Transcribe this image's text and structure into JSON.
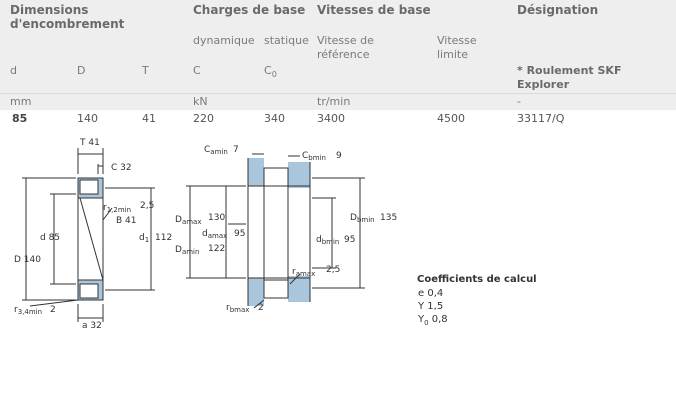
{
  "header": {
    "dimensions": [
      "Dimensions",
      "d'encombrement"
    ],
    "charges": "Charges de base",
    "vitesses": "Vitesses de base",
    "designation": "Désignation",
    "sub_dynamique": "dynamique",
    "sub_statique": "statique",
    "sub_vitesse_ref": [
      "Vitesse de",
      "référence"
    ],
    "sub_vitesse_lim": [
      "Vitesse",
      "limite"
    ],
    "col_d": "d",
    "col_D": "D",
    "col_T": "T",
    "col_C": "C",
    "col_C0": "C",
    "col_C0_sub": "0",
    "col_skf": [
      "* Roulement SKF",
      "Explorer"
    ]
  },
  "units": {
    "mm": "mm",
    "kN": "kN",
    "speed": "tr/min",
    "dash": "-"
  },
  "row": {
    "d": "85",
    "D": "140",
    "T": "41",
    "C": "220",
    "C0": "340",
    "vref": "3400",
    "vlim": "4500",
    "designation": "33117/Q"
  },
  "coefficients": {
    "title": "Coefficients de calcul",
    "e": "e 0,4",
    "Y": "Y 1,5",
    "Y0": "Y",
    "Y0_sub": "0",
    "Y0_val": "0,8"
  },
  "drawing1": {
    "T": "T 41",
    "C": "C 32",
    "r12min": "r",
    "r12min_sub": "1,2min",
    "r12_val": "2,5",
    "B": "B 41",
    "d": "d 85",
    "d1": "d",
    "d1_sub": "1",
    "d1_val": "112",
    "D": "D 140",
    "r34min": "r",
    "r34min_sub": "3,4min",
    "r34_val": "2",
    "a": "a 32"
  },
  "drawing2": {
    "Camin": "C",
    "Camin_sub": "amin",
    "Camin_val": "7",
    "Cbmin": "C",
    "Cbmin_sub": "bmin",
    "Cbmin_val": "9",
    "Damax": "D",
    "Damax_sub": "amax",
    "Damax_val": "130",
    "damax": "d",
    "damax_sub": "amax",
    "damax_val": "95",
    "Damin": "D",
    "Damin_sub": "amin",
    "Damin_val": "122",
    "Dbmin": "D",
    "Dbmin_sub": "bmin",
    "Dbmin_val": "135",
    "dbmin": "d",
    "dbmin_sub": "bmin",
    "dbmin_val": "95",
    "ramax": "r",
    "ramax_sub": "amax",
    "ramax_val": "2,5",
    "rbmax": "r",
    "rbmax_sub": "bmax",
    "rbmax_val": "2"
  },
  "colors": {
    "header_bg": "#eeeeee",
    "bearing_fill": "#a9c6dc",
    "text": "#555555"
  }
}
